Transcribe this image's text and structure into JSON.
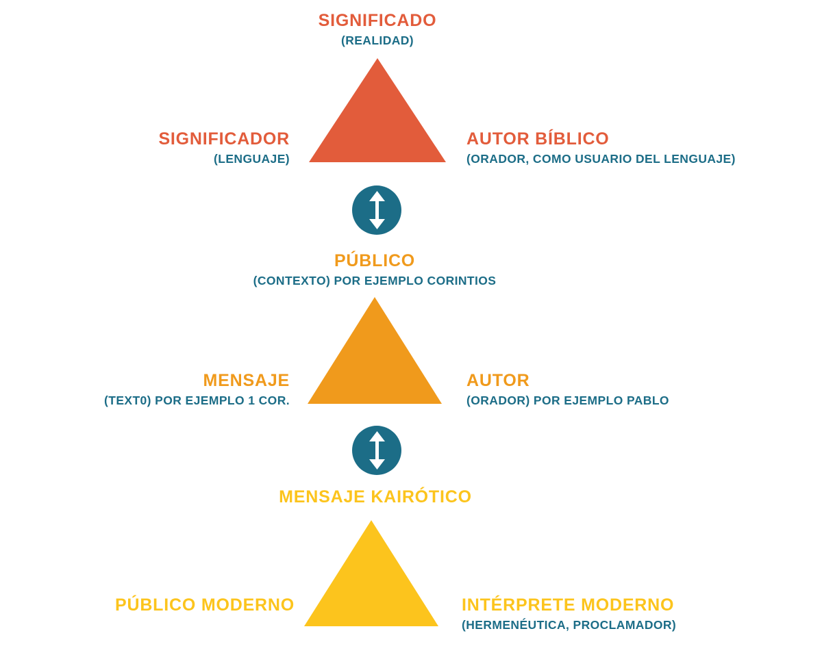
{
  "colors": {
    "red_orange": "#e25c3b",
    "orange": "#f09a1c",
    "yellow": "#fcc41d",
    "teal": "#1c6d87",
    "arrow_fill": "#ffffff"
  },
  "icons": {
    "connector1": "up-down-arrow",
    "connector2": "up-down-arrow"
  },
  "triangles": [
    {
      "name": "semiotic-triangle",
      "color_key": "red_orange",
      "apex": {
        "title": "SIGNIFICADO",
        "subtitle": "(REALIDAD)"
      },
      "left": {
        "title": "SIGNIFICADOR",
        "subtitle": "(LENGUAJE)"
      },
      "right": {
        "title": "AUTOR BÍBLICO",
        "subtitle": "(ORADOR, COMO USUARIO DEL LENGUAJE)"
      }
    },
    {
      "name": "biblical-message-triangle",
      "color_key": "orange",
      "apex": {
        "title": "PÚBLICO",
        "subtitle": "(CONTEXTO) POR EJEMPLO CORINTIOS"
      },
      "left": {
        "title": "MENSAJE",
        "subtitle": "(TEXT0) POR EJEMPLO 1 COR."
      },
      "right": {
        "title": "AUTOR",
        "subtitle": "(ORADOR) POR EJEMPLO PABLO"
      }
    },
    {
      "name": "modern-message-triangle",
      "color_key": "yellow",
      "apex": {
        "title": "MENSAJE KAIRÓTICO",
        "subtitle": ""
      },
      "left": {
        "title": "PÚBLICO MODERNO",
        "subtitle": ""
      },
      "right": {
        "title": "INTÉRPRETE MODERNO",
        "subtitle": "(HERMENÉUTICA, PROCLAMADOR)"
      }
    }
  ]
}
